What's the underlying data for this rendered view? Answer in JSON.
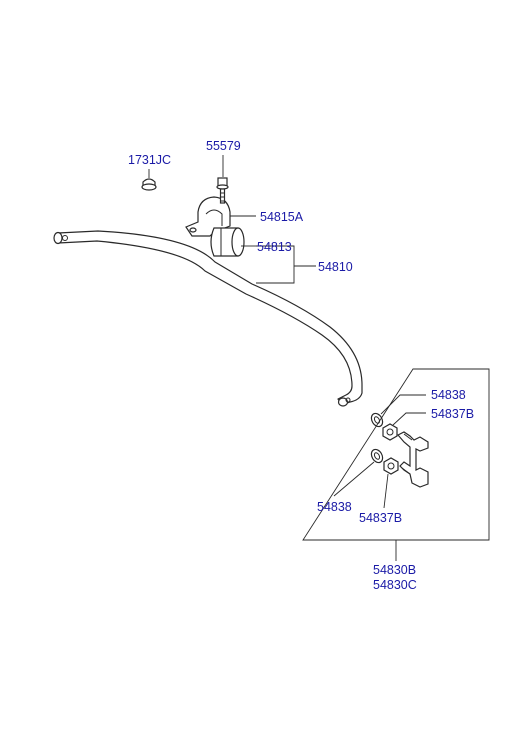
{
  "diagram": {
    "labels": {
      "cap": "1731JC",
      "bolt": "55579",
      "bracket": "54815A",
      "bushing": "54813",
      "stabilizer_bar": "54810",
      "washer_upper": "54838",
      "nut_upper": "54837B",
      "washer_lower": "54838",
      "nut_lower": "54837B",
      "link_assembly_1": "54830B",
      "link_assembly_2": "54830C"
    },
    "colors": {
      "label_text": "#1a1aa6",
      "line": "#2a2a2a",
      "background": "#ffffff"
    }
  }
}
